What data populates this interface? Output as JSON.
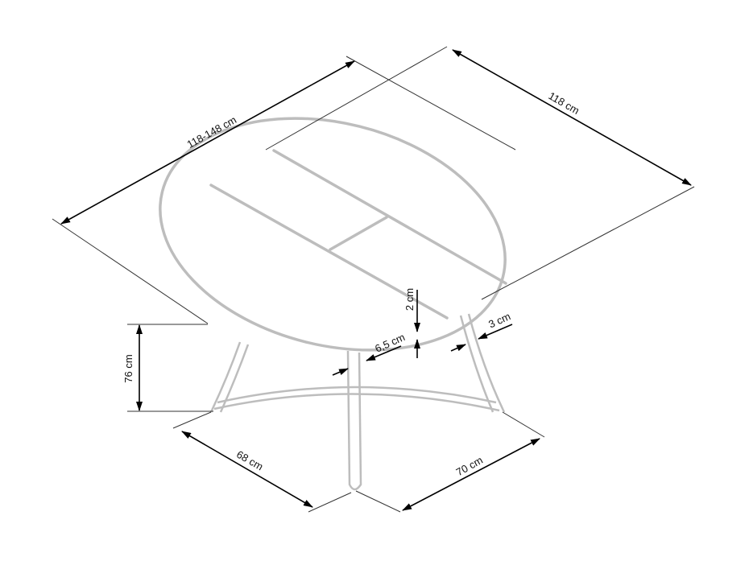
{
  "dimensions": {
    "extended_length": "118-148 cm",
    "width": "118 cm",
    "height": "76 cm",
    "base_depth_left": "68 cm",
    "base_depth_right": "70 cm",
    "top_thickness": "2 cm",
    "leg_width": "6,5 cm",
    "leg_thickness": "3 cm"
  },
  "colors": {
    "part_outline": "#bdbdbd",
    "dimension_line": "#000000"
  }
}
